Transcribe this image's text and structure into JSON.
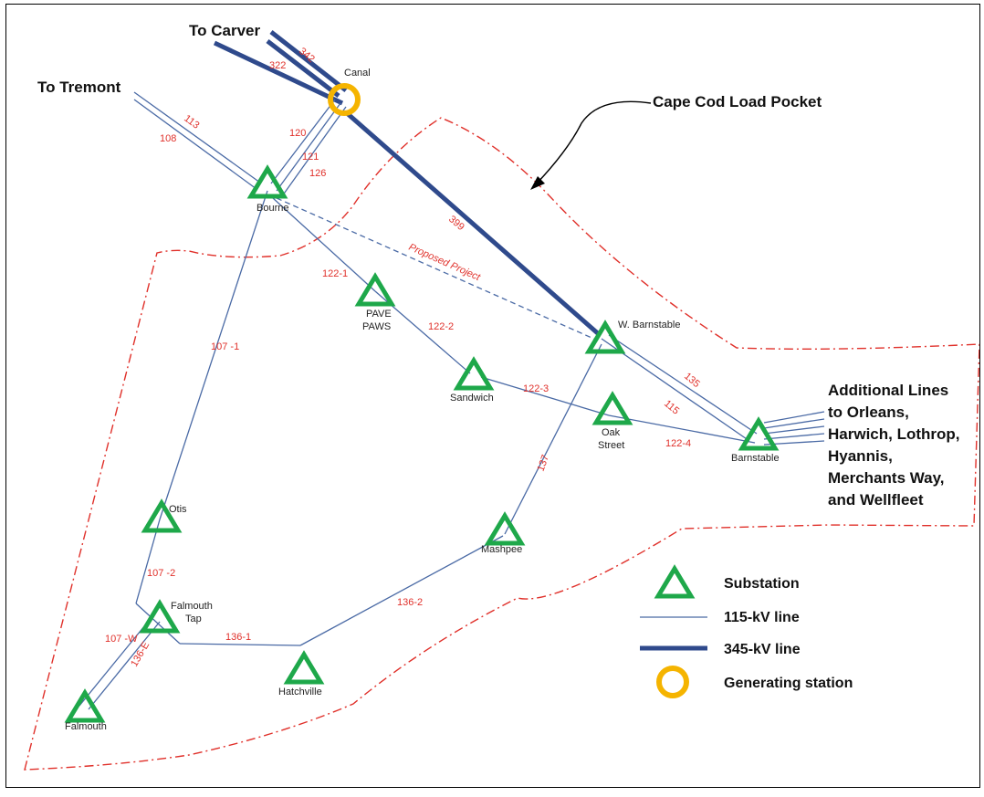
{
  "labels": {
    "to_carver": "To Carver",
    "to_tremont": "To Tremont",
    "load_pocket": "Cape Cod Load Pocket",
    "proposed_project": "Proposed Project",
    "additional_lines": [
      "Additional Lines",
      "to Orleans,",
      "Harwich, Lothrop,",
      "Hyannis,",
      "Merchants Way,",
      "and Wellfleet"
    ]
  },
  "nodes": {
    "canal": "Canal",
    "bourne": "Bourne",
    "pave_paws_1": "PAVE",
    "pave_paws_2": "PAWS",
    "sandwich": "Sandwich",
    "w_barnstable": "W. Barnstable",
    "oak_street_1": "Oak",
    "oak_street_2": "Street",
    "barnstable": "Barnstable",
    "otis": "Otis",
    "mashpee": "Mashpee",
    "falmouth_tap_1": "Falmouth",
    "falmouth_tap_2": "Tap",
    "hatchville": "Hatchville",
    "falmouth": "Falmouth"
  },
  "line_ids": {
    "l342": "342",
    "l322": "322",
    "l113": "113",
    "l108": "108",
    "l120": "120",
    "l121": "121",
    "l126": "126",
    "l399": "399",
    "l122_1": "122-1",
    "l122_2": "122-2",
    "l122_3": "122-3",
    "l122_4": "122-4",
    "l115": "115",
    "l135": "135",
    "l137": "137",
    "l107_1": "107 -1",
    "l107_2": "107 -2",
    "l107_w": "107 -W",
    "l136_e": "136-E",
    "l136_1": "136-1",
    "l136_2": "136-2"
  },
  "legend": {
    "substation": "Substation",
    "line115": "115-kV line",
    "line345": "345-kV line",
    "generating": "Generating station"
  },
  "colors": {
    "substation": "#1ea84a",
    "generating": "#f5b400",
    "line115": "#4a6aa5",
    "line345": "#2f4a8c",
    "load_pocket": "#e0302a"
  }
}
